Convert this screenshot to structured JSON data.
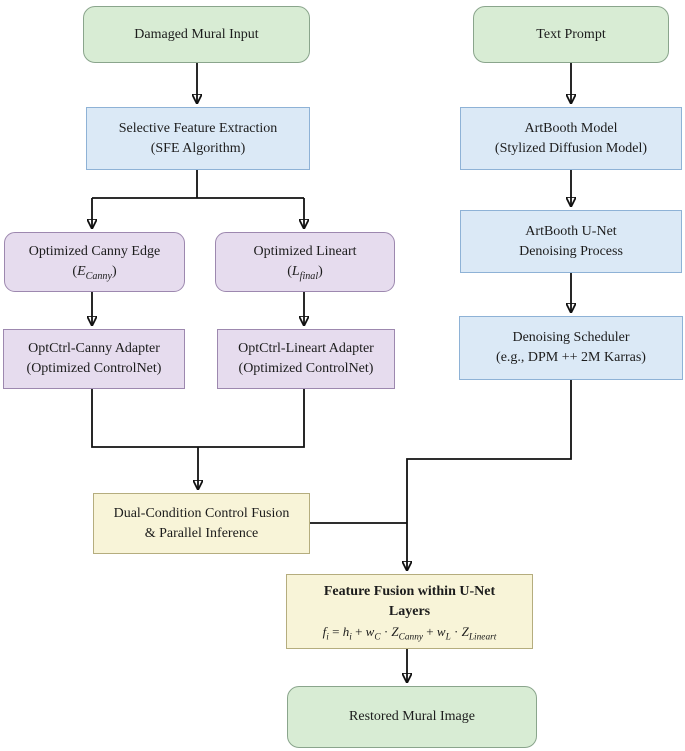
{
  "nodes": {
    "damaged_mural_input": {
      "label": "Damaged Mural Input"
    },
    "text_prompt": {
      "label": "Text Prompt"
    },
    "sfe": {
      "line1": "Selective Feature Extraction",
      "line2": "(SFE Algorithm)"
    },
    "artbooth_model": {
      "line1": "ArtBooth Model",
      "line2": "(Stylized Diffusion Model)"
    },
    "optimized_canny": {
      "line1": "Optimized Canny Edge",
      "sym": {
        "open": "(",
        "base": "E",
        "sub": "Canny",
        "close": ")"
      }
    },
    "optimized_lineart": {
      "line1": "Optimized Lineart",
      "sym": {
        "open": "(",
        "base": "L",
        "sub": "final",
        "close": ")"
      }
    },
    "artbooth_unet": {
      "line1": "ArtBooth U-Net",
      "line2": "Denoising Process"
    },
    "optctrl_canny": {
      "line1": "OptCtrl-Canny Adapter",
      "line2": "(Optimized ControlNet)"
    },
    "optctrl_lineart": {
      "line1": "OptCtrl-Lineart Adapter",
      "line2": "(Optimized ControlNet)"
    },
    "denoising_scheduler": {
      "line1": "Denoising Scheduler",
      "line2": "(e.g., DPM ++ 2M Karras)"
    },
    "dual_condition": {
      "line1": "Dual-Condition Control Fusion",
      "line2": "& Parallel Inference"
    },
    "feature_fusion": {
      "line1": "Feature Fusion within U-Net",
      "line2": "Layers",
      "formula": {
        "lhs_base": "f",
        "lhs_sub": "i",
        "eq": " = ",
        "h_base": "h",
        "h_sub": "i",
        "plus1": " + ",
        "wc_base": "w",
        "wc_sub": "C",
        "dot1": " · ",
        "zc_base": "Z",
        "zc_sub": "Canny",
        "plus2": " + ",
        "wl_base": "w",
        "wl_sub": "L",
        "dot2": " · ",
        "zl_base": "Z",
        "zl_sub": "Lineart"
      }
    },
    "restored_mural": {
      "label": "Restored Mural Image"
    }
  },
  "colors": {
    "green_fill": "#d8ecd4",
    "green_border": "#8aa58c",
    "blue_fill": "#dbe9f6",
    "blue_border": "#8eb2d6",
    "purple_fill": "#e6dcee",
    "purple_border": "#9d88af",
    "yellow_fill": "#f8f4d8",
    "yellow_border": "#b5ad7e",
    "line": "#111111"
  }
}
